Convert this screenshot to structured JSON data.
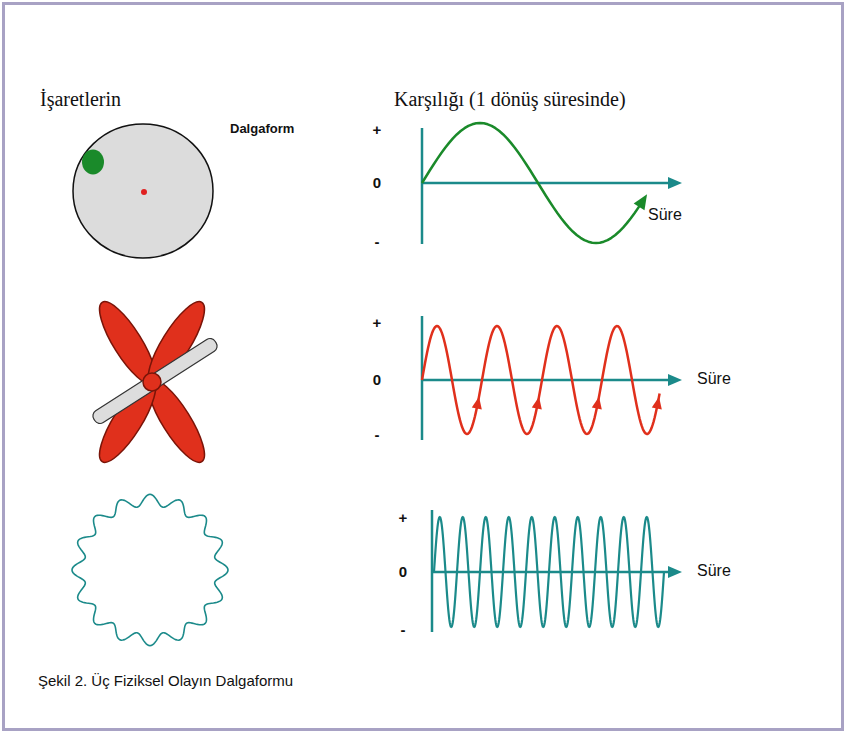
{
  "diagram": {
    "caption": "Şekil 2. Üç Fiziksel Olayın Dalgaformu",
    "labels": [
      "İşaretlerin",
      "Karşılığı (1 dönüş süresinde)",
      "Dalgaform",
      "+",
      "0",
      "-",
      "Süre",
      "+",
      "0",
      "-",
      "Süre",
      "+",
      "0",
      "-",
      "Süre"
    ]
  }
}
